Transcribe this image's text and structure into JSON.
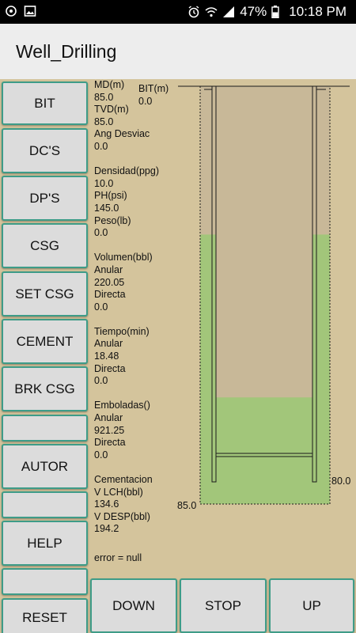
{
  "status_bar": {
    "battery": "47%",
    "time": "10:18 PM",
    "icons": [
      "sync-icon",
      "image-icon",
      "alarm-icon",
      "wifi-icon",
      "signal-icon",
      "battery-icon"
    ]
  },
  "app_title": "Well_Drilling",
  "side_buttons": [
    {
      "name": "bit-button",
      "label": "BIT"
    },
    {
      "name": "dcs-button",
      "label": "DC'S"
    },
    {
      "name": "dps-button",
      "label": "DP'S"
    },
    {
      "name": "csg-button",
      "label": "CSG"
    },
    {
      "name": "set-csg-button",
      "label": "SET CSG"
    },
    {
      "name": "cement-button",
      "label": "CEMENT"
    },
    {
      "name": "brk-csg-button",
      "label": "BRK CSG"
    },
    {
      "name": "blank-button-1",
      "label": ""
    },
    {
      "name": "autor-button",
      "label": "AUTOR"
    },
    {
      "name": "blank-button-2",
      "label": ""
    },
    {
      "name": "help-button",
      "label": "HELP"
    },
    {
      "name": "blank-button-3",
      "label": ""
    },
    {
      "name": "reset-button",
      "label": "RESET"
    }
  ],
  "bottom_buttons": {
    "down": "DOWN",
    "stop": "STOP",
    "up": "UP"
  },
  "info": {
    "md_label": "MD(m)",
    "md_value": "85.0",
    "bit_label": "BIT(m)",
    "bit_value": "0.0",
    "lines": [
      "TVD(m)",
      "85.0",
      "Ang Desviac",
      "0.0",
      "",
      "Densidad(ppg)",
      "10.0",
      "PH(psi)",
      "145.0",
      "Peso(lb)",
      "0.0",
      "",
      "Volumen(bbl)",
      "Anular",
      "220.05",
      "Directa",
      "0.0",
      "",
      "Tiempo(min)",
      "Anular",
      "18.48",
      "Directa",
      "0.0",
      "",
      "Emboladas()",
      "Anular",
      "921.25",
      "Directa",
      "0.0",
      "",
      "Cementacion",
      "V LCH(bbl)",
      "134.6",
      "V DESP(bbl)",
      "194.2"
    ],
    "error": "error = null"
  },
  "well": {
    "casing_depth_label": "80.0",
    "hole_depth_label": "85.0",
    "cement_top_fraction": 0.355,
    "inner_fluid_top_fraction": 0.745,
    "colors": {
      "background": "#d4c49c",
      "casing_interior": "#c8b898",
      "cement": "#a2c67a",
      "casing_wall": "#1a1a1a"
    }
  }
}
